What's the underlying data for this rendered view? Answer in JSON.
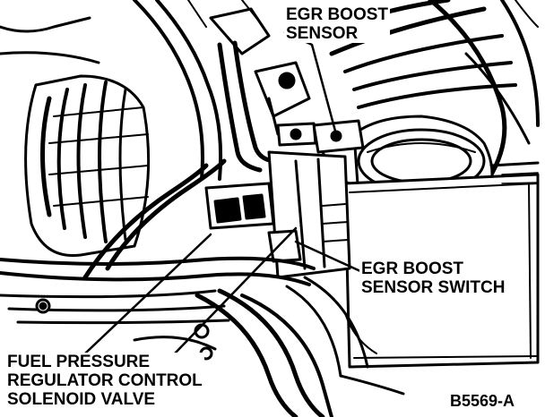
{
  "labels": {
    "egr_boost_sensor": [
      "EGR BOOST",
      "SENSOR"
    ],
    "egr_boost_sensor_switch": [
      "EGR BOOST",
      "SENSOR SWITCH"
    ],
    "fuel_pressure_regulator": [
      "FUEL PRESSURE",
      "REGULATOR CONTROL",
      "SOLENOID VALVE"
    ]
  },
  "figure_id": "B5569-A",
  "colors": {
    "ink": "#000000",
    "paper": "#ffffff"
  }
}
